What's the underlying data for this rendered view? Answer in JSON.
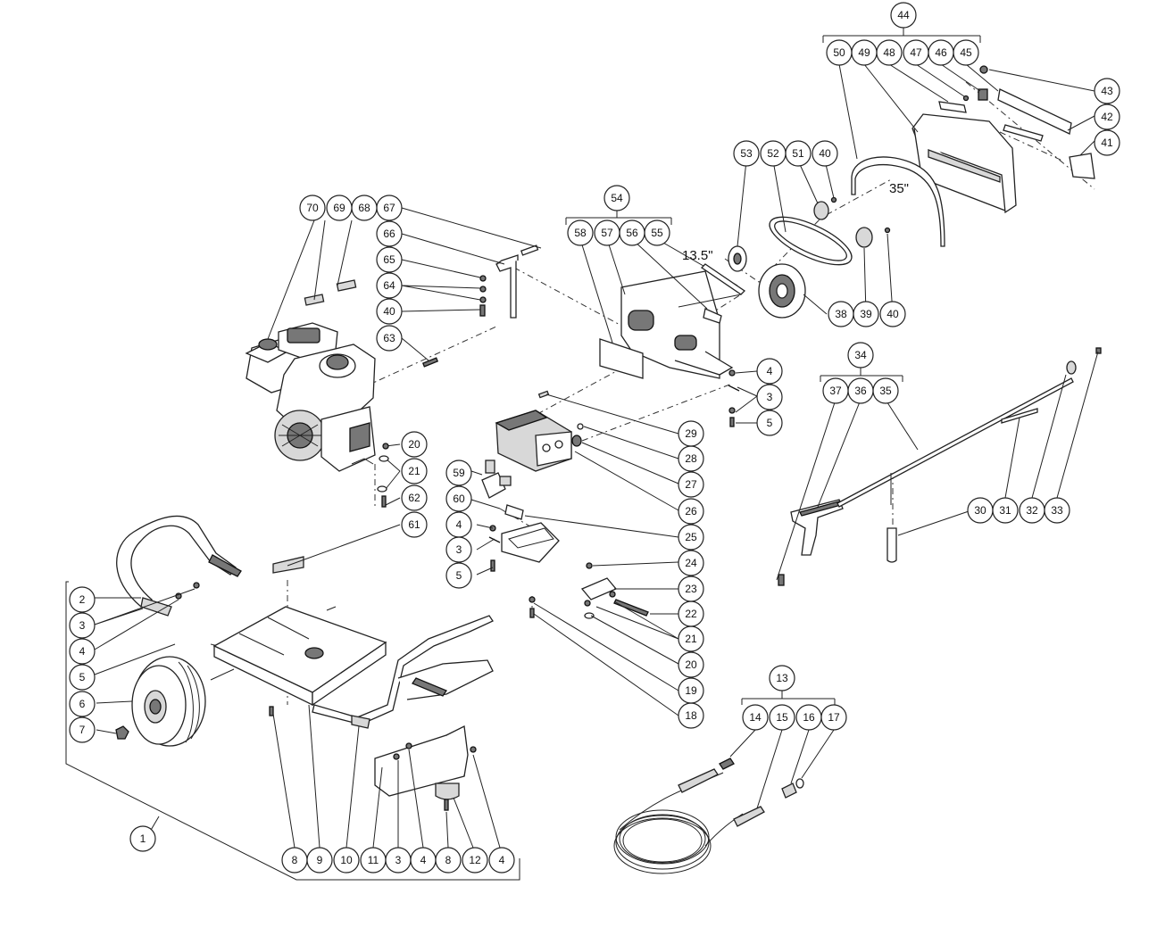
{
  "balloons": [
    "1",
    "2",
    "3",
    "4",
    "5",
    "6",
    "7",
    "8",
    "9",
    "10",
    "11",
    "12",
    "13",
    "14",
    "15",
    "16",
    "17",
    "18",
    "19",
    "20",
    "21",
    "22",
    "23",
    "24",
    "25",
    "26",
    "27",
    "28",
    "29",
    "30",
    "31",
    "32",
    "33",
    "34",
    "35",
    "36",
    "37",
    "38",
    "39",
    "40",
    "41",
    "42",
    "43",
    "44",
    "45",
    "46",
    "47",
    "48",
    "49",
    "50",
    "51",
    "52",
    "53",
    "54",
    "55",
    "56",
    "57",
    "58",
    "59",
    "60",
    "61",
    "62",
    "63",
    "64",
    "65",
    "66",
    "67",
    "68",
    "69",
    "70"
  ],
  "dimensions": {
    "short_belt": "13.5\"",
    "long_belt": "35\""
  }
}
